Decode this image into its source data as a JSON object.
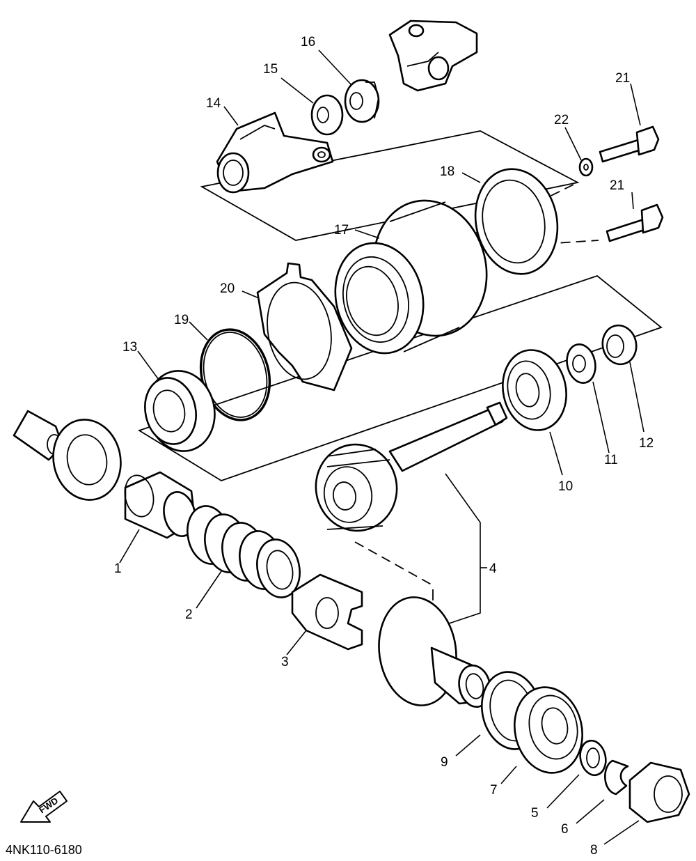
{
  "diagram": {
    "part_code": "4NK110-6180",
    "fwd_label": "FWD",
    "callouts": {
      "p1": "1",
      "p2": "2",
      "p3": "3",
      "p4": "4",
      "p5": "5",
      "p6": "6",
      "p7": "7",
      "p8": "8",
      "p9": "9",
      "p10": "10",
      "p11": "11",
      "p12": "12",
      "p13": "13",
      "p14": "14",
      "p15": "15",
      "p16": "16",
      "p17": "17",
      "p18": "18",
      "p19": "19",
      "p20": "20",
      "p21a": "21",
      "p21b": "21",
      "p22": "22"
    }
  }
}
